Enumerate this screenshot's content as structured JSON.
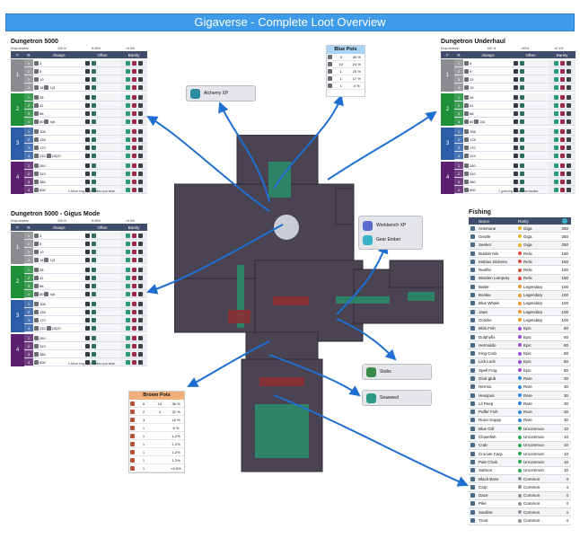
{
  "title": "Gigaverse - Complete Loot Overview",
  "drop_chance_label": "Drop chance:",
  "drop_cols": [
    "100 %",
    "8-35%",
    "<0.5%"
  ],
  "drop_cols_underhaul": [
    "100 %",
    "<30%",
    "<0.1%"
  ],
  "table_headers": {
    "f": "F",
    "r": "R",
    "always": "Always",
    "often": "Often",
    "barely": "Barely"
  },
  "dungeons": [
    {
      "title": "Dungetron 5000",
      "tiers": [
        {
          "f": "1",
          "rows": [
            [
              "1",
              "3",
              "",
              ""
            ],
            [
              "2",
              "5",
              "",
              ""
            ],
            [
              "3",
              "10",
              "",
              ""
            ],
            [
              "4",
              "18",
              "1|3",
              ""
            ]
          ]
        },
        {
          "f": "2",
          "rows": [
            [
              "1",
              "28",
              "",
              ""
            ],
            [
              "2",
              "41",
              "",
              ""
            ],
            [
              "3",
              "58",
              "",
              ""
            ],
            [
              "4",
              "80",
              "4|6",
              ""
            ]
          ]
        },
        {
          "f": "3",
          "rows": [
            [
              "1",
              "106",
              "",
              ""
            ],
            [
              "2",
              "135",
              "",
              ""
            ],
            [
              "3",
              "170",
              "",
              ""
            ],
            [
              "4",
              "210",
              "10|20",
              ""
            ]
          ]
        },
        {
          "f": "4",
          "rows": [
            [
              "1",
              "260",
              "",
              ""
            ],
            [
              "2",
              "310",
              "",
              ""
            ],
            [
              "3",
              "380",
              "",
              ""
            ],
            [
              "4",
              "500",
              "",
              ""
            ]
          ]
        }
      ],
      "note": "1 silver ring from faction you beat"
    },
    {
      "title": "Dungetron Underhaul",
      "tiers": [
        {
          "f": "1",
          "rows": [
            [
              "1",
              "5",
              "",
              ""
            ],
            [
              "2",
              "9",
              "",
              ""
            ],
            [
              "3",
              "13",
              "",
              ""
            ],
            [
              "4",
              "19",
              "",
              ""
            ]
          ]
        },
        {
          "f": "2",
          "rows": [
            [
              "1",
              "28",
              "",
              ""
            ],
            [
              "2",
              "41",
              "",
              ""
            ],
            [
              "3",
              "58",
              "",
              ""
            ],
            [
              "4",
              "80",
              "2|3",
              ""
            ]
          ]
        },
        {
          "f": "3",
          "rows": [
            [
              "1",
              "106",
              "",
              ""
            ],
            [
              "2",
              "178",
              "",
              ""
            ],
            [
              "3",
              "170",
              "",
              ""
            ],
            [
              "4",
              "224",
              "",
              ""
            ]
          ]
        },
        {
          "f": "4",
          "rows": [
            [
              "1",
              "260",
              "",
              ""
            ],
            [
              "2",
              "310",
              "",
              ""
            ],
            [
              "3",
              "380",
              "",
              ""
            ],
            [
              "4",
              "500",
              "",
              ""
            ]
          ]
        }
      ],
      "note": "1 gold ring of random faction"
    },
    {
      "title": "Dungetron 5000 - Gigus Mode",
      "tiers": [
        {
          "f": "1",
          "rows": [
            [
              "1",
              "3",
              "",
              ""
            ],
            [
              "2",
              "5",
              "",
              ""
            ],
            [
              "3",
              "10",
              "",
              ""
            ],
            [
              "4",
              "18",
              "1|3",
              ""
            ]
          ]
        },
        {
          "f": "2",
          "rows": [
            [
              "1",
              "28",
              "",
              ""
            ],
            [
              "2",
              "41",
              "",
              ""
            ],
            [
              "3",
              "58",
              "",
              ""
            ],
            [
              "4",
              "80",
              "4|6",
              ""
            ]
          ]
        },
        {
          "f": "3",
          "rows": [
            [
              "1",
              "106",
              "",
              ""
            ],
            [
              "2",
              "135",
              "",
              ""
            ],
            [
              "3",
              "170",
              "",
              ""
            ],
            [
              "4",
              "210",
              "10|20",
              ""
            ]
          ]
        },
        {
          "f": "4",
          "rows": [
            [
              "1",
              "260",
              "",
              ""
            ],
            [
              "2",
              "310",
              "",
              ""
            ],
            [
              "3",
              "380",
              "",
              ""
            ],
            [
              "4",
              "500",
              "",
              ""
            ]
          ]
        }
      ],
      "note": "1 silver ring from faction you beat"
    }
  ],
  "blue_pots": {
    "title": "Blue Pots",
    "rows": [
      [
        "3",
        "35 %"
      ],
      [
        "10",
        "24 %"
      ],
      [
        "1",
        "20 %"
      ],
      [
        "1",
        "17 %"
      ],
      [
        "1",
        "4 %"
      ]
    ]
  },
  "brown_pots": {
    "title": "Brown Pots",
    "rows": [
      [
        "6",
        "14",
        "36 %"
      ],
      [
        "2",
        "3",
        "32 %"
      ],
      [
        "3",
        "",
        "18 %"
      ],
      [
        "1",
        "",
        "8 %"
      ],
      [
        "1",
        "",
        "1-2%"
      ],
      [
        "1",
        "",
        "1-2%"
      ],
      [
        "1",
        "",
        "1-2%"
      ],
      [
        "1",
        "",
        "1-2%"
      ],
      [
        "1",
        "",
        "<0,5%"
      ]
    ]
  },
  "bubbles": {
    "alchemy": "Alchemy XP",
    "workbench": "Workbench XP",
    "gear": "Gear Ember",
    "stubs": "Stubs",
    "seaweed": "Seaweed"
  },
  "fishing": {
    "title": "Fishing",
    "headers": [
      "Name",
      "Rarity"
    ],
    "rows": [
      [
        "Anemone",
        "Giga",
        "250",
        "#f2b21b"
      ],
      [
        "Geotle",
        "Giga",
        "250",
        "#f2b21b"
      ],
      [
        "Seeker",
        "Giga",
        "250",
        "#f2b21b"
      ],
      [
        "Bubble Nib",
        "Relic",
        "150",
        "#e0493b"
      ],
      [
        "Mobius Dickens",
        "Relic",
        "150",
        "#e0493b"
      ],
      [
        "Reelfin",
        "Relic",
        "150",
        "#e0493b"
      ],
      [
        "Warden Lamprey",
        "Relic",
        "150",
        "#e0493b"
      ],
      [
        "Battie",
        "Legendary",
        "100",
        "#e99a2a"
      ],
      [
        "Bonkie",
        "Legendary",
        "100",
        "#e99a2a"
      ],
      [
        "Blue Whale",
        "Legendary",
        "100",
        "#e99a2a"
      ],
      [
        "Jaws",
        "Legendary",
        "100",
        "#e99a2a"
      ],
      [
        "Octobo",
        "Legendary",
        "100",
        "#e99a2a"
      ],
      [
        "Blob Fish",
        "Epic",
        "60",
        "#a04ad0"
      ],
      [
        "Dolphyfix",
        "Epic",
        "60",
        "#a04ad0"
      ],
      [
        "Hermaldo",
        "Epic",
        "60",
        "#a04ad0"
      ],
      [
        "King Crab",
        "Epic",
        "60",
        "#a04ad0"
      ],
      [
        "Lick Lock",
        "Epic",
        "60",
        "#a04ad0"
      ],
      [
        "Spell Frog",
        "Epic",
        "60",
        "#a04ad0"
      ],
      [
        "Glub glub",
        "Rare",
        "30",
        "#2e86de"
      ],
      [
        "Hermix",
        "Rare",
        "30",
        "#2e86de"
      ],
      [
        "Hesspus",
        "Rare",
        "30",
        "#2e86de"
      ],
      [
        "Lil Peep",
        "Rare",
        "30",
        "#2e86de"
      ],
      [
        "Puffer Fish",
        "Rare",
        "30",
        "#2e86de"
      ],
      [
        "Rune Guppy",
        "Rare",
        "30",
        "#2e86de"
      ],
      [
        "Blue Gill",
        "Uncommon",
        "10",
        "#2aa84a"
      ],
      [
        "Clownfish",
        "Uncommon",
        "10",
        "#2aa84a"
      ],
      [
        "Crab",
        "Uncommon",
        "10",
        "#2aa84a"
      ],
      [
        "Crucian Carp",
        "Uncommon",
        "10",
        "#2aa84a"
      ],
      [
        "Pale Chub",
        "Uncommon",
        "10",
        "#2aa84a"
      ],
      [
        "Salmon",
        "Uncommon",
        "10",
        "#2aa84a"
      ],
      [
        "Black Bass",
        "Common",
        "4",
        "#8c8f94"
      ],
      [
        "Carp",
        "Common",
        "4",
        "#8c8f94"
      ],
      [
        "Dace",
        "Common",
        "4",
        "#8c8f94"
      ],
      [
        "Pike",
        "Common",
        "4",
        "#8c8f94"
      ],
      [
        "Sardine",
        "Common",
        "4",
        "#8c8f94"
      ],
      [
        "Trout",
        "Common",
        "4",
        "#8c8f94"
      ]
    ]
  },
  "colors": {
    "tier1": "#8a8c90",
    "tier2": "#1f8f3a",
    "tier3": "#2c5ea8",
    "tier4": "#5a1f6e",
    "banner": "#3d9be9",
    "header": "#3e4d6b",
    "arrow": "#1e6fd1"
  }
}
